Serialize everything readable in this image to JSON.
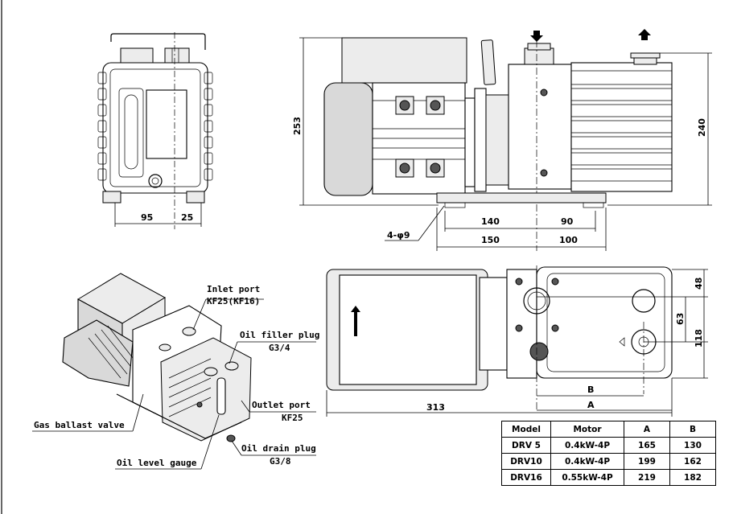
{
  "dimensions": {
    "side_height_total": "253",
    "side_height_right": "240",
    "side_140": "140",
    "side_90": "90",
    "side_150": "150",
    "side_100": "100",
    "holes": "4-φ9",
    "front_95": "95",
    "front_25": "25",
    "top_313": "313",
    "top_B": "B",
    "top_A": "A",
    "top_48": "48",
    "top_63": "63",
    "top_118": "118"
  },
  "callouts": {
    "inlet_port": "Inlet port",
    "inlet_port_spec": "KF25(KF16)",
    "oil_filler_plug": "Oil filler plug",
    "oil_filler_plug_spec": "G3/4",
    "outlet_port": "Outlet port",
    "outlet_port_spec": "KF25",
    "gas_ballast_valve": "Gas ballast valve",
    "oil_drain_plug": "Oil drain plug",
    "oil_drain_plug_spec": "G3/8",
    "oil_level_gauge": "Oil level gauge"
  },
  "spec_table": {
    "headers": [
      "Model",
      "Motor",
      "A",
      "B"
    ],
    "rows": [
      [
        "DRV 5",
        "0.4kW-4P",
        "165",
        "130"
      ],
      [
        "DRV10",
        "0.4kW-4P",
        "199",
        "162"
      ],
      [
        "DRV16",
        "0.55kW-4P",
        "219",
        "182"
      ]
    ]
  }
}
